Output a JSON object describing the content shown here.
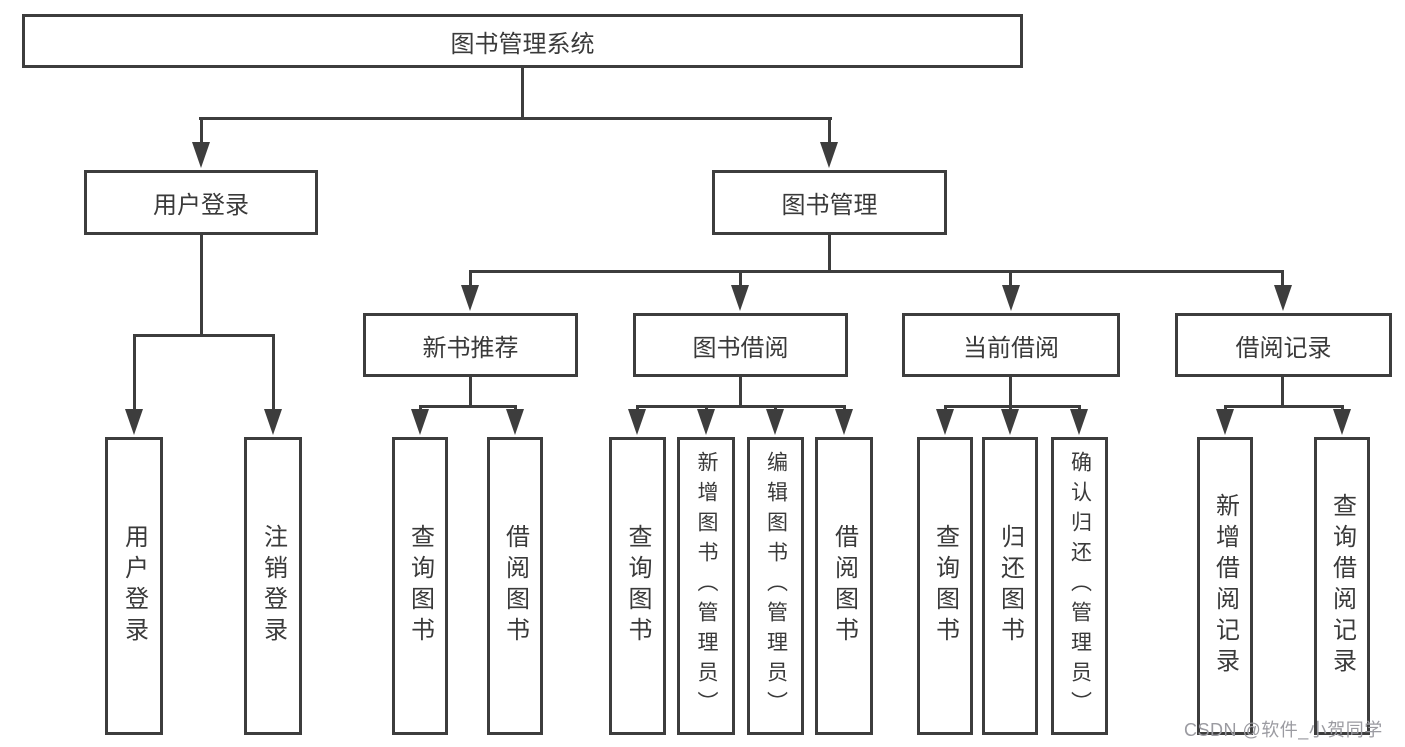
{
  "tree": {
    "root": {
      "label": "图书管理系统"
    },
    "level2": [
      {
        "label": "用户登录"
      },
      {
        "label": "图书管理"
      }
    ],
    "level3": [
      {
        "label": "新书推荐",
        "parent": "图书管理"
      },
      {
        "label": "图书借阅",
        "parent": "图书管理"
      },
      {
        "label": "当前借阅",
        "parent": "图书管理"
      },
      {
        "label": "借阅记录",
        "parent": "图书管理"
      }
    ],
    "leaves": [
      {
        "label": "用户登录",
        "parent": "用户登录"
      },
      {
        "label": "注销登录",
        "parent": "用户登录"
      },
      {
        "label": "查询图书",
        "parent": "新书推荐"
      },
      {
        "label": "借阅图书",
        "parent": "新书推荐"
      },
      {
        "label": "查询图书",
        "parent": "图书借阅"
      },
      {
        "label": "新增图书（管理员）",
        "parent": "图书借阅"
      },
      {
        "label": "编辑图书（管理员）",
        "parent": "图书借阅"
      },
      {
        "label": "借阅图书",
        "parent": "图书借阅"
      },
      {
        "label": "查询图书",
        "parent": "当前借阅"
      },
      {
        "label": "归还图书",
        "parent": "当前借阅"
      },
      {
        "label": "确认归还（管理员）",
        "parent": "当前借阅"
      },
      {
        "label": "新增借阅记录",
        "parent": "借阅记录"
      },
      {
        "label": "查询借阅记录",
        "parent": "借阅记录"
      }
    ]
  },
  "watermark": {
    "text": "CSDN @软件_小贺同学"
  },
  "colors": {
    "line": "#3d3d3d",
    "text": "#3a3a3a",
    "box_background": "#ffffff",
    "page_background": "#ffffff",
    "watermark": "#9b9ba1"
  }
}
